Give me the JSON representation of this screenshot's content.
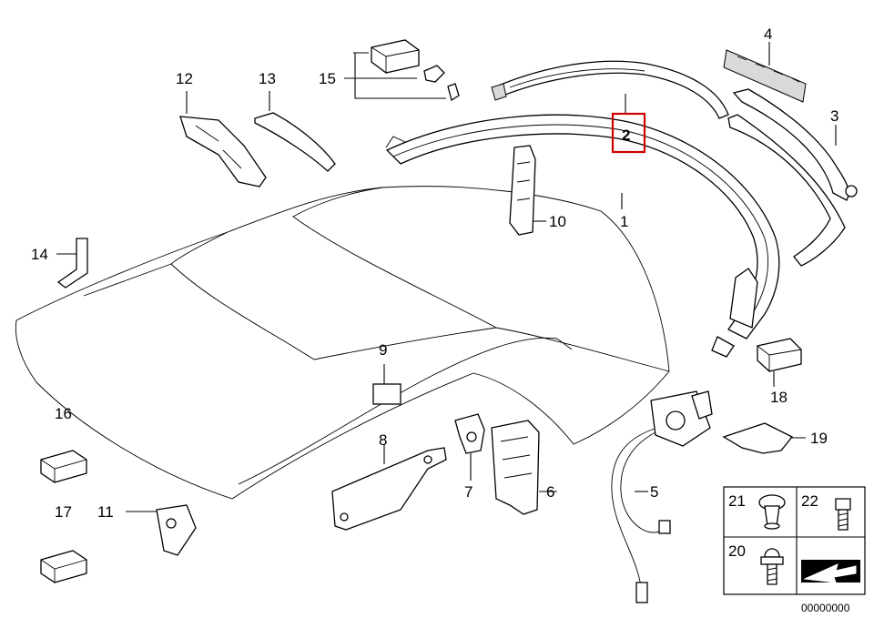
{
  "diagram": {
    "callouts": [
      {
        "id": "1",
        "text": "1"
      },
      {
        "id": "2",
        "text": "2"
      },
      {
        "id": "3",
        "text": "3"
      },
      {
        "id": "4",
        "text": "4"
      },
      {
        "id": "5",
        "text": "5"
      },
      {
        "id": "6",
        "text": "6"
      },
      {
        "id": "7",
        "text": "7"
      },
      {
        "id": "8",
        "text": "8"
      },
      {
        "id": "9",
        "text": "9"
      },
      {
        "id": "10",
        "text": "10"
      },
      {
        "id": "11",
        "text": "11"
      },
      {
        "id": "12",
        "text": "12"
      },
      {
        "id": "13",
        "text": "13"
      },
      {
        "id": "14",
        "text": "14"
      },
      {
        "id": "15",
        "text": "15"
      },
      {
        "id": "16",
        "text": "16"
      },
      {
        "id": "17",
        "text": "17"
      },
      {
        "id": "18",
        "text": "18"
      },
      {
        "id": "19",
        "text": "19"
      }
    ],
    "legend_box": {
      "items": [
        {
          "id": "21",
          "text": "21"
        },
        {
          "id": "22",
          "text": "22"
        },
        {
          "id": "20",
          "text": "20"
        }
      ]
    },
    "highlight_color": "#cc0000",
    "footer_code": "00000000"
  }
}
